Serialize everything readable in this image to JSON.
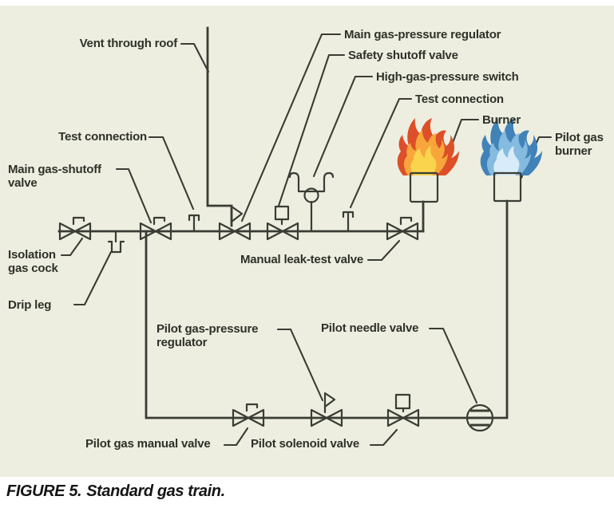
{
  "figure": {
    "caption_prefix": "FIGURE 5.",
    "caption_text": "Standard gas train."
  },
  "labels": {
    "vent": "Vent through roof",
    "main_regulator": "Main gas-pressure regulator",
    "safety_shutoff": "Safety shutoff valve",
    "high_switch": "High-gas-pressure switch",
    "test_connection_top": "Test connection",
    "burner": "Burner",
    "pilot_burner_line1": "Pilot gas",
    "pilot_burner_line2": "burner",
    "test_connection_left": "Test connection",
    "main_shutoff_line1": "Main gas-shutoff",
    "main_shutoff_line2": "valve",
    "isolation_line1": "Isolation",
    "isolation_line2": "gas cock",
    "drip_leg": "Drip leg",
    "manual_leak_test": "Manual leak-test valve",
    "pilot_regulator_line1": "Pilot gas-pressure",
    "pilot_regulator_line2": "regulator",
    "pilot_needle": "Pilot needle valve",
    "pilot_manual": "Pilot gas manual valve",
    "pilot_solenoid": "Pilot solenoid valve"
  },
  "colors": {
    "background": "#edeee0",
    "line": "#3a3d35",
    "text": "#2e3129",
    "valve_blue": "#aacbe2",
    "valve_red": "#b23a2c",
    "valve_green": "#9fb267",
    "valve_tan": "#cfb386",
    "square_tan": "#e4d2ab",
    "valve_grayblue": "#a4bac4",
    "valve_purple": "#9181ac",
    "valve_orange": "#f5ac60",
    "valve_teal": "#7fceb7",
    "switch_red": "#e8502a",
    "needle_yellow": "#ecc973",
    "burner_box": "#c1796c",
    "pilot_burner_box": "#c8d1d6",
    "flame_outer": "#dd4f28",
    "flame_mid": "#f7a63b",
    "flame_core": "#fbd44e",
    "blue_flame_outer": "#4183b8",
    "blue_flame_mid": "#85bbdf",
    "blue_flame_core": "#d7ecf8"
  }
}
